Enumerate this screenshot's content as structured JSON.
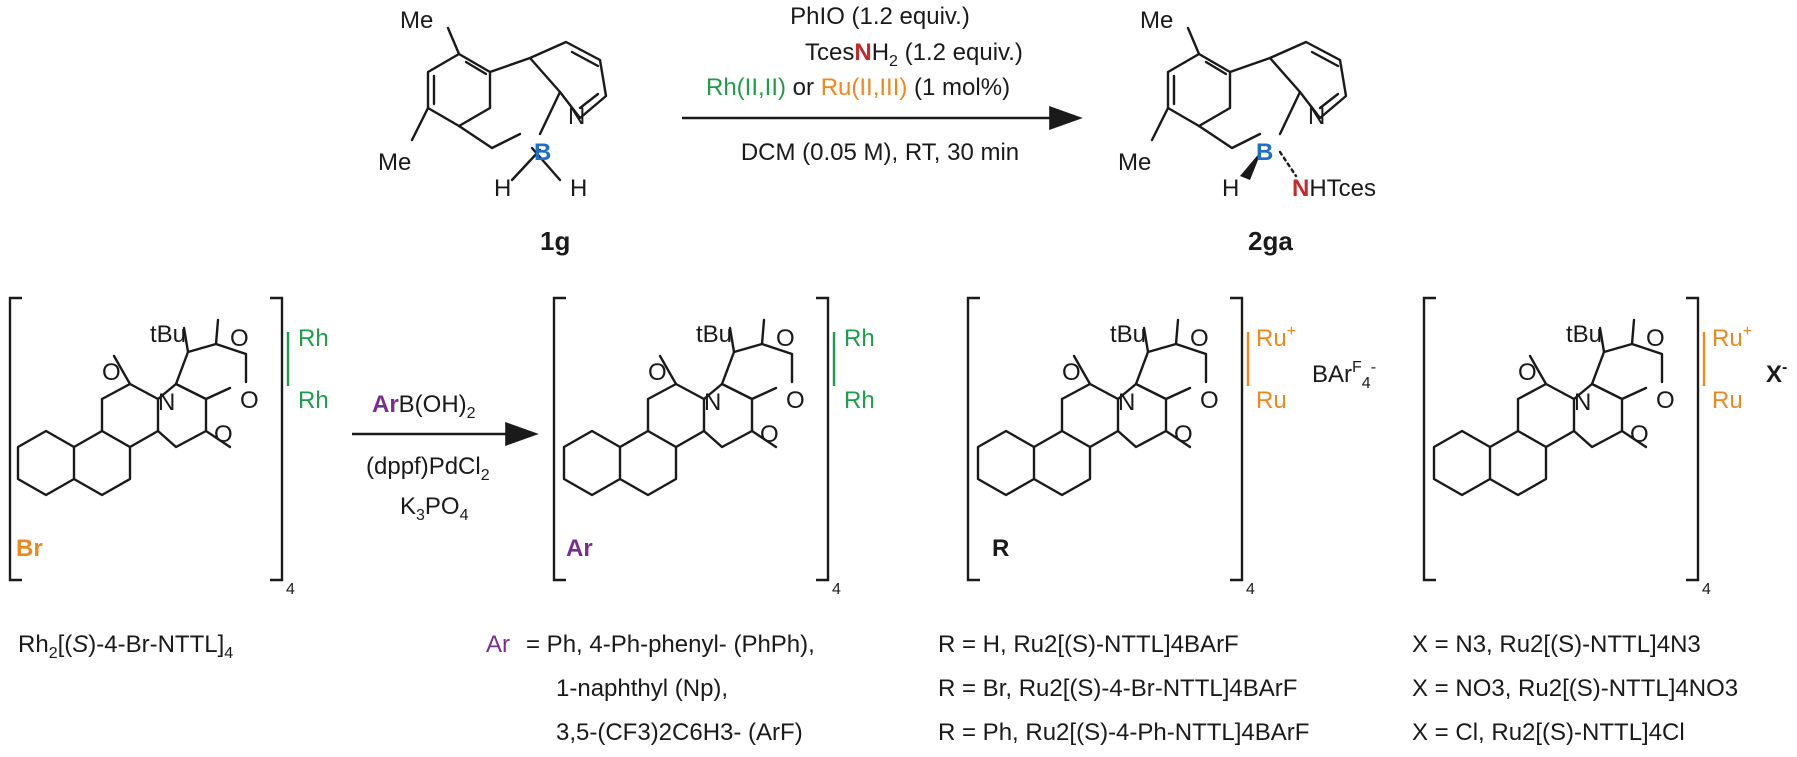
{
  "scheme": {
    "reagents": {
      "line1": "PhIO (1.2 equiv.)",
      "line2_pre": "Tces",
      "line2_n": "N",
      "line2_h": "H",
      "line2_sub": "2",
      "line2_post": " (1.2 equiv.)",
      "cat_rh": "Rh(II,II)",
      "cat_or": " or ",
      "cat_ru": "Ru(II,III)",
      "cat_post": " (1 mol%)",
      "conditions": "DCM (0.05 M), RT, 30 min"
    },
    "sm": {
      "label": "1g",
      "me_top": "Me",
      "me_bottom": "Me",
      "n": "N",
      "b": "B",
      "h1": "H",
      "h2": "H"
    },
    "product": {
      "label": "2ga",
      "me_top": "Me",
      "me_bottom": "Me",
      "n": "N",
      "b": "B",
      "h": "H",
      "nh_n": "N",
      "nh_rest": "HTces"
    }
  },
  "catalysts": {
    "common": {
      "tbu": "tBu",
      "o": "O",
      "n": "N",
      "sub4": "4"
    },
    "rh_br": {
      "sub": "Br",
      "metal": "Rh",
      "caption_pre": "Rh",
      "caption_sub": "2",
      "caption_mid": "[(",
      "caption_s": "S",
      "caption_post": ")-4-Br-NTTL]",
      "caption_sub4": "4"
    },
    "coupling": {
      "ar": "Ar",
      "reagent_rest": "B(OH)",
      "reagent_sub": "2",
      "line2": "(dppf)PdCl",
      "line2_sub": "2",
      "line3": "K",
      "line3_sub": "3",
      "line3_rest": "PO",
      "line3_sub2": "4"
    },
    "rh_ar": {
      "sub": "Ar",
      "metal": "Rh",
      "legend_var": "Ar",
      "legend_lines": [
        "= Ph, 4-Ph-phenyl- (PhPh),",
        "1-naphthyl (Np),",
        "3,5-(CF3)2C6H3- (ArF)"
      ]
    },
    "ru_r": {
      "sub": "R",
      "metal": "Ru",
      "plus": "+",
      "counter": "BAr",
      "counter_sup": "F",
      "counter_sub": "4",
      "counter_charge": "-",
      "legend_lines": [
        "R = H, Ru2[(S)-NTTL]4BArF",
        "R = Br, Ru2[(S)-4-Br-NTTL]4BArF",
        "R = Ph, Ru2[(S)-4-Ph-NTTL]4BArF"
      ]
    },
    "ru_x": {
      "metal": "Ru",
      "plus": "+",
      "counter": "X",
      "counter_charge": "-",
      "legend_lines": [
        "X = N3, Ru2[(S)-NTTL]4N3",
        "X = NO3, Ru2[(S)-NTTL]4NO3",
        "X = Cl, Ru2[(S)-NTTL]4Cl"
      ]
    }
  },
  "colors": {
    "rhodium": "#1e9e4a",
    "ruthenium": "#f0881e",
    "nitrogen": "#c8282d",
    "boron": "#1f6fc7",
    "aryl": "#7b2d8e",
    "bromine": "#f0881e"
  }
}
